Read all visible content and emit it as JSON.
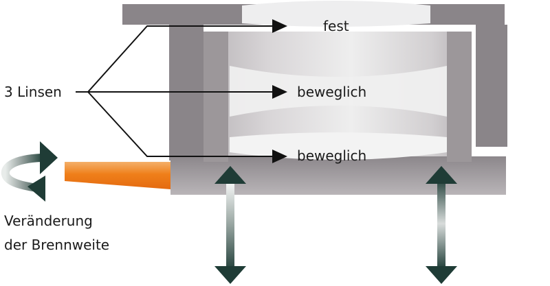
{
  "labels": {
    "top_lens": "fest",
    "middle_lens": "beweglich",
    "bottom_lens": "beweglich",
    "lens_group": "3 Linsen",
    "zoom_line1": "Veränderung",
    "zoom_line2": "der Brennweite"
  },
  "icons": {
    "rotation": "rotate-arrows-icon",
    "movement": "double-vertical-arrow-icon"
  },
  "colors": {
    "housing": "#898488",
    "barrel": "#c9c5c8",
    "barrel_highlight": "#ededed",
    "lens": "#f2f2f4",
    "zoom_ring": "#f08a24",
    "arrow_dark": "#1f3c36",
    "pointer": "#111111"
  }
}
